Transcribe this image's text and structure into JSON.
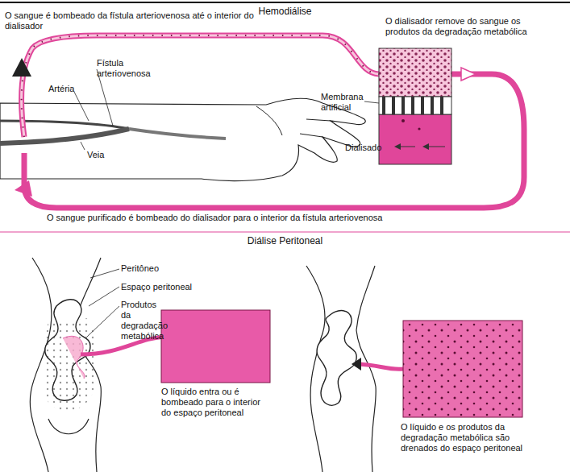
{
  "diagram": {
    "nodes": [
      {
        "text": [
          "Hemodiálise"
        ]
      },
      {
        "text": [
          "Diálise Peritoneal"
        ]
      }
    ],
    "labels": [
      "O sangue é bombeado da fístula arteriovenosa até o interior do dialisador",
      "Fístula arteriovenosa",
      "Artéria",
      "Veia",
      "O dialisador remove do sangue os produtos da degradação metabólica",
      "Membrana artificial",
      "Dialisado",
      "O sangue purificado é bombeado do dialisador para o interior da fístula arteriovenosa",
      "Peritôneo",
      "Espaço peritoneal",
      "Produtos da degradação metabólica",
      "O líquido entra ou é bombeado para o interior do espaço peritoneal",
      "O líquido e os produtos da degradação metabólica são drenados do espaço peritoneal"
    ]
  }
}
